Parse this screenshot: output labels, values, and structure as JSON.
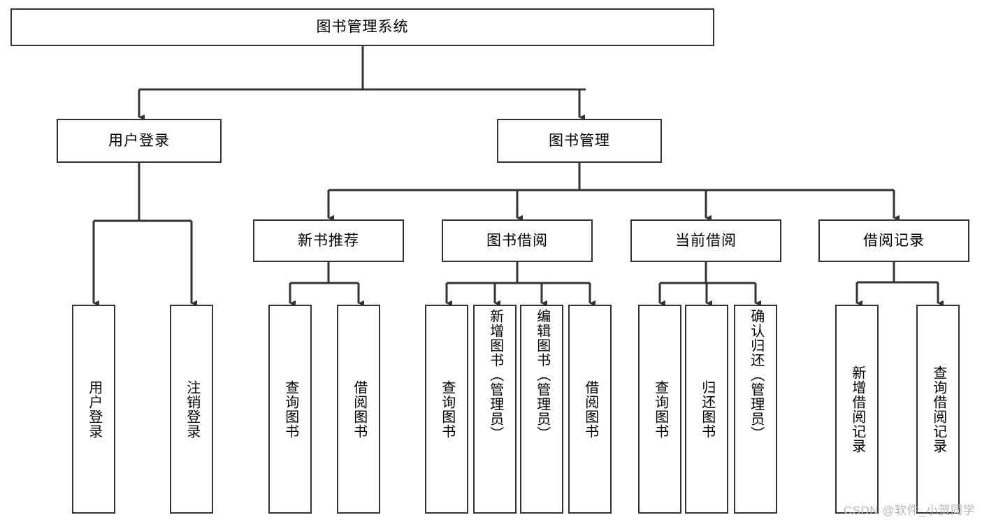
{
  "diagram": {
    "title": "图书管理系统",
    "watermark": "CSDN @软件_小贺同学",
    "type": "tree-hierarchy-diagram",
    "colors": {
      "stroke": "#333333",
      "fill": "#ffffff",
      "text": "#000000",
      "watermark": "#b8b8b8"
    },
    "root": {
      "label": "图书管理系统"
    },
    "level1": [
      {
        "label": "用户登录"
      },
      {
        "label": "图书管理"
      }
    ],
    "level2": [
      {
        "label": "新书推荐"
      },
      {
        "label": "图书借阅"
      },
      {
        "label": "当前借阅"
      },
      {
        "label": "借阅记录"
      }
    ],
    "leaves": {
      "user_login": [
        {
          "label": "用户登录"
        },
        {
          "label": "注销登录"
        }
      ],
      "new_book_recommend": [
        {
          "label": "查询图书"
        },
        {
          "label": "借阅图书"
        }
      ],
      "book_borrow": [
        {
          "label": "查询图书"
        },
        {
          "label": "新增图书（管理员）"
        },
        {
          "label": "编辑图书（管理员）"
        },
        {
          "label": "借阅图书"
        }
      ],
      "current_borrow": [
        {
          "label": "查询图书"
        },
        {
          "label": "归还图书"
        },
        {
          "label": "确认归还（管理员）"
        }
      ],
      "borrow_record": [
        {
          "label": "新增借阅记录"
        },
        {
          "label": "查询借阅记录"
        }
      ]
    }
  }
}
